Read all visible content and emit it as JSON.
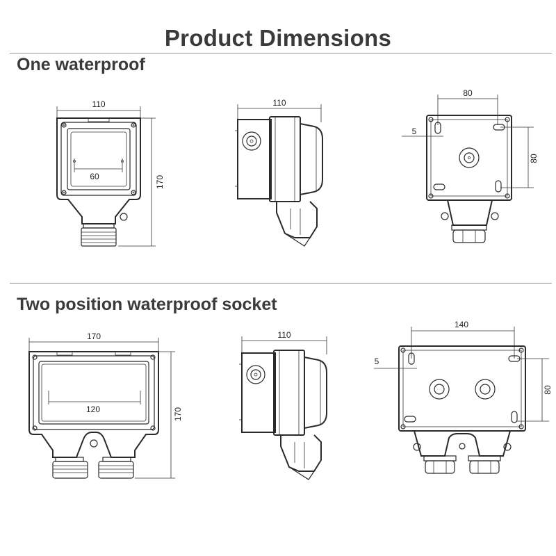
{
  "title": "Product Dimensions",
  "sections": [
    {
      "title": "One waterproof",
      "front": {
        "width_label": "110",
        "inner_label": "60",
        "height_label": "170"
      },
      "side": {
        "width_label": "110"
      },
      "back": {
        "hole_spacing_label": "80",
        "hole_label": "5",
        "height_label": "80"
      }
    },
    {
      "title": "Two position waterproof socket",
      "front": {
        "width_label": "170",
        "inner_label": "120",
        "height_label": "170"
      },
      "side": {
        "width_label": "110"
      },
      "back": {
        "hole_spacing_label": "140",
        "hole_label": "5",
        "height_label": "80"
      }
    }
  ]
}
